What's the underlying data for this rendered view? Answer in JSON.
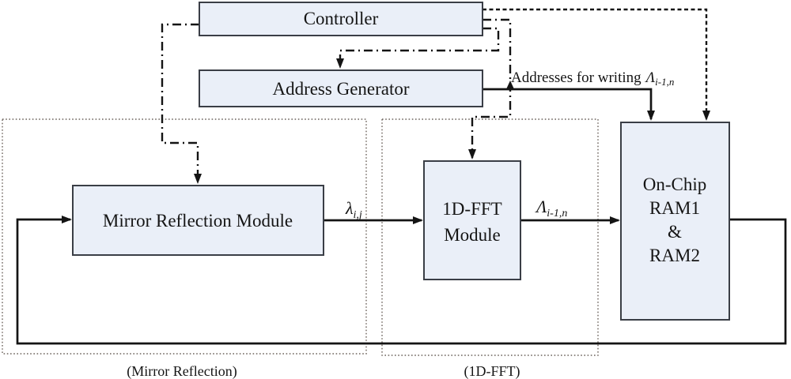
{
  "diagram": {
    "blocks": {
      "controller": {
        "label": "Controller"
      },
      "address_generator": {
        "label": "Address Generator"
      },
      "mirror_module": {
        "label": "Mirror Reflection Module"
      },
      "fft_module": {
        "lines": [
          "1D-FFT",
          "Module"
        ]
      },
      "ram": {
        "lines": [
          "On-Chip",
          "RAM1",
          "&",
          "RAM2"
        ]
      }
    },
    "regions": {
      "mirror": {
        "caption": "(Mirror Reflection)"
      },
      "fft": {
        "caption": "(1D-FFT)"
      }
    },
    "signals": {
      "lambda_small": {
        "base": "λ",
        "sub": "i,j"
      },
      "lambda_big": {
        "base": "Λ",
        "sub": "i-1,n"
      },
      "write_addresses": {
        "text": "Addresses for writing",
        "base": "Λ",
        "sub": "i-1,n"
      }
    },
    "colors": {
      "block_fill": "#eaeff8",
      "block_border": "#3a3e46",
      "line": "#141414",
      "region_border": "#6b625b"
    }
  }
}
